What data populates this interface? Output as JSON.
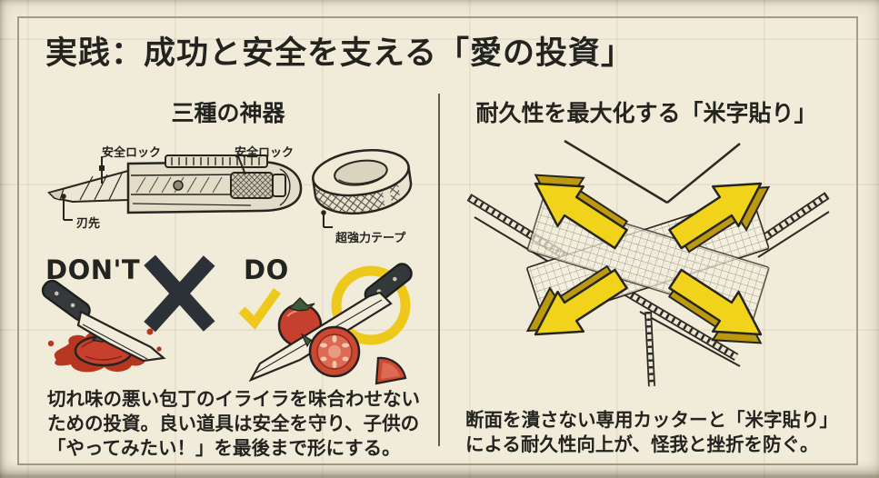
{
  "poster": {
    "title": "実践：成功と安全を支える「愛の投資」"
  },
  "left_panel": {
    "heading": "三種の神器",
    "knife_labels": {
      "safety_lock_left": "安全ロック",
      "safety_lock_right": "安全ロック",
      "blade_tip": "刃先"
    },
    "tape_label": "超強力テープ",
    "comparison": {
      "dont_label": "DON'T",
      "do_label": "DO"
    },
    "caption": {
      "line1": "切れ味の悪い包丁のイライラを味合わせない",
      "line2": "ための投資。良い道具は安全を守り、子供の",
      "line3": "「やってみたい！」を最後まで形にする。"
    }
  },
  "right_panel": {
    "heading": "耐久性を最大化する「米字貼り」",
    "caption": {
      "line1": "断面を潰さない専用カッターと「米字貼り」",
      "line2": "による耐久性向上が、怪我と挫折を防ぐ。"
    }
  },
  "colors": {
    "background": "#f1ebd9",
    "frame_line": "#a79d85",
    "ink": "#23231f",
    "accent_yellow": "#eec91c",
    "tomato_red": "#c6402d",
    "x_mark": "#2b3137"
  }
}
